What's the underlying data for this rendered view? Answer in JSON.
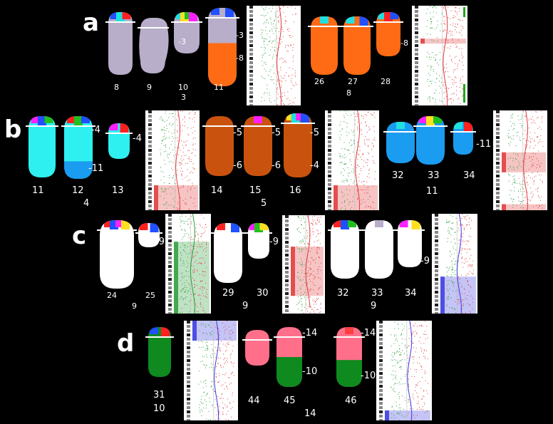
{
  "panels": [
    {
      "letter": "a"
    },
    {
      "letter": "b"
    },
    {
      "letter": "c"
    },
    {
      "letter": "d"
    }
  ],
  "rows": {
    "a": {
      "groups": [
        {
          "cells": [
            "8",
            "9",
            "10",
            "11"
          ],
          "group_label": "3",
          "ticks": [
            "-3",
            "-3",
            "-8"
          ]
        },
        {
          "cells": [
            "26",
            "27",
            "28"
          ],
          "group_label": "8",
          "ticks": [
            "-8"
          ]
        }
      ]
    },
    "b": {
      "groups": [
        {
          "cells": [
            "11",
            "12",
            "13"
          ],
          "group_label": "4",
          "ticks": [
            "-4",
            "-11",
            "-4"
          ]
        },
        {
          "cells": [
            "14",
            "15",
            "16"
          ],
          "group_label": "5",
          "ticks": [
            "-5",
            "-6",
            "-5",
            "-6",
            "-5",
            "-4"
          ]
        },
        {
          "cells": [
            "32",
            "33",
            "34"
          ],
          "group_label": "11",
          "ticks": [
            "-11"
          ]
        }
      ]
    },
    "c": {
      "groups": [
        {
          "cells": [
            "24",
            "25"
          ],
          "group_label": "9",
          "ticks": [
            "-9"
          ]
        },
        {
          "cells": [
            "29",
            "30"
          ],
          "group_label": "9",
          "ticks": [
            "-9"
          ]
        },
        {
          "cells": [
            "32",
            "33",
            "34"
          ],
          "group_label": "9",
          "ticks": [
            "-9"
          ]
        }
      ]
    },
    "d": {
      "groups": [
        {
          "cells": [
            "31"
          ],
          "group_label": "10",
          "ticks": []
        },
        {
          "cells": [
            "44",
            "45",
            "46"
          ],
          "group_label": "14",
          "ticks": [
            "-14",
            "-10",
            "-14",
            "-10"
          ]
        }
      ]
    }
  },
  "colors": {
    "lavender": "#b8aec9",
    "orange": "#ff6a14",
    "cyan": "#2ef0f0",
    "rust": "#c9530e",
    "sky": "#1a9cf0",
    "white": "#ffffff",
    "green": "#0e8a1e",
    "pink": "#ff6f8a",
    "track_red": "#e03a3a",
    "track_green": "#2e9e3a",
    "track_blue": "#3a3ae0"
  }
}
